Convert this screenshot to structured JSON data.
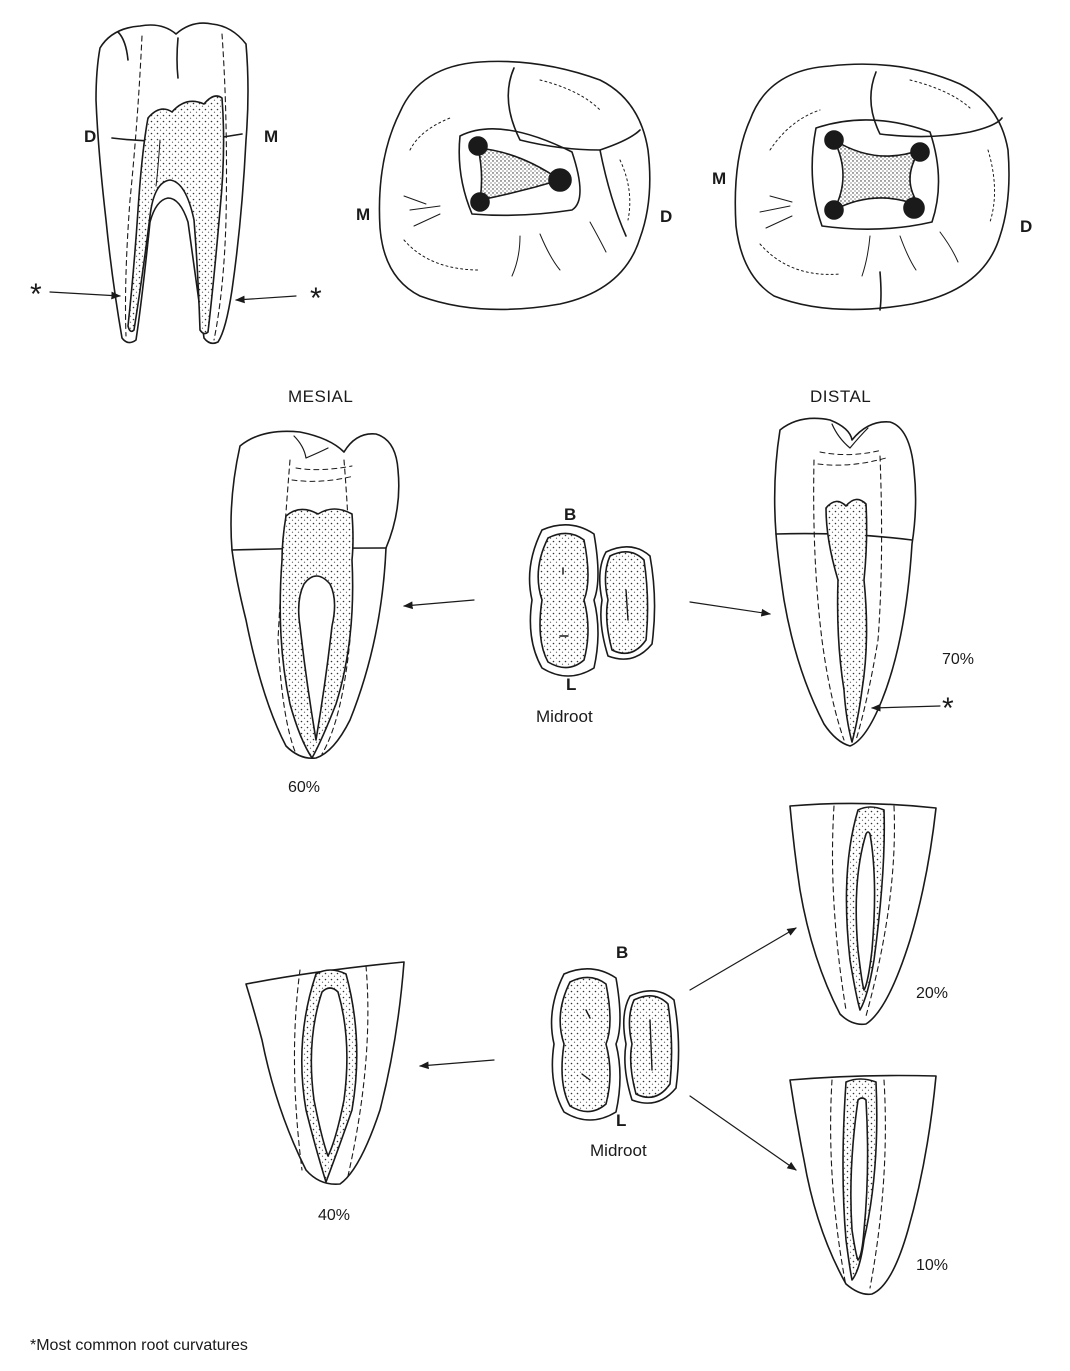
{
  "top_views": {
    "buccal": {
      "left_label": "D",
      "right_label": "M",
      "left_marker": "*",
      "right_marker": "*"
    },
    "occlusal_three_canal": {
      "left_label": "M",
      "right_label": "D"
    },
    "occlusal_four_canal": {
      "left_label": "M",
      "right_label": "D"
    }
  },
  "mesial": {
    "heading": "MESIAL",
    "percent": "60%"
  },
  "distal": {
    "heading": "DISTAL",
    "percent": "70%",
    "marker": "*"
  },
  "cross_section_upper": {
    "buccal": "B",
    "lingual": "L",
    "caption": "Midroot"
  },
  "cross_section_lower": {
    "buccal": "B",
    "lingual": "L",
    "caption": "Midroot"
  },
  "lower_mesial": {
    "percent": "40%"
  },
  "lower_distal_top": {
    "percent": "20%"
  },
  "lower_distal_bottom": {
    "percent": "10%"
  },
  "footnote": "*Most common root curvatures",
  "colors": {
    "ink": "#1a1a1a",
    "background": "#ffffff"
  }
}
